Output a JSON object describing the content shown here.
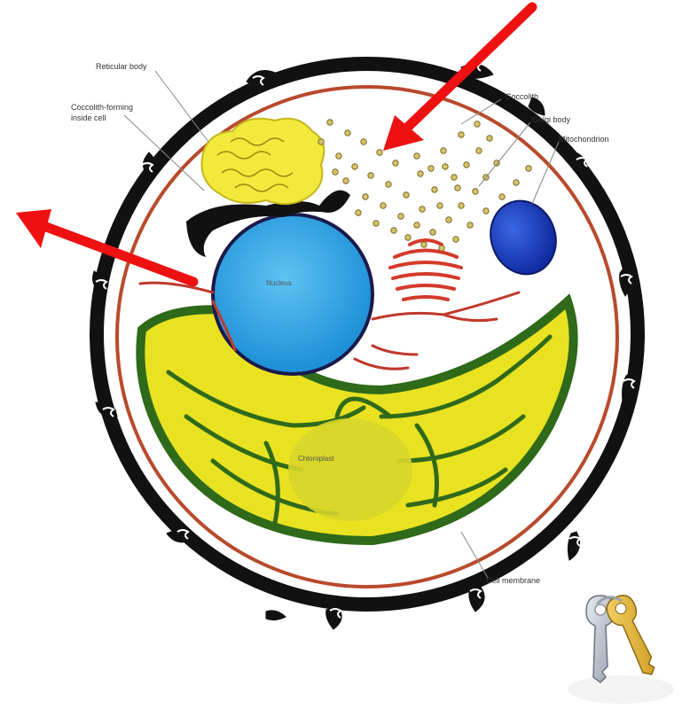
{
  "labels": {
    "reticular_body": "Reticular body",
    "coccolith_forming_1": "Coccolith-forming",
    "coccolith_forming_2": "inside cell",
    "coccolith": "Coccolith",
    "golgi_body": "Golgi body",
    "mitochondrion": "Mitochondrion",
    "cell_membrane": "Cell membrane",
    "nucleus": "Nucleus",
    "chloroplast": "Chloroplast"
  },
  "colors": {
    "arrow": "#ee1111",
    "cell_wall": "#111111",
    "membrane": "#b84a2c",
    "nucleus": "#2a9fe0",
    "chloroplast": "#e9e221",
    "chloroplast_edge": "#2f6a1a",
    "mitochondrion": "#1a3fc0",
    "reticular_body": "#f1ea3c",
    "golgi": "#d43a2a"
  },
  "icons": [
    "red-arrow-icon",
    "keys-icon"
  ]
}
